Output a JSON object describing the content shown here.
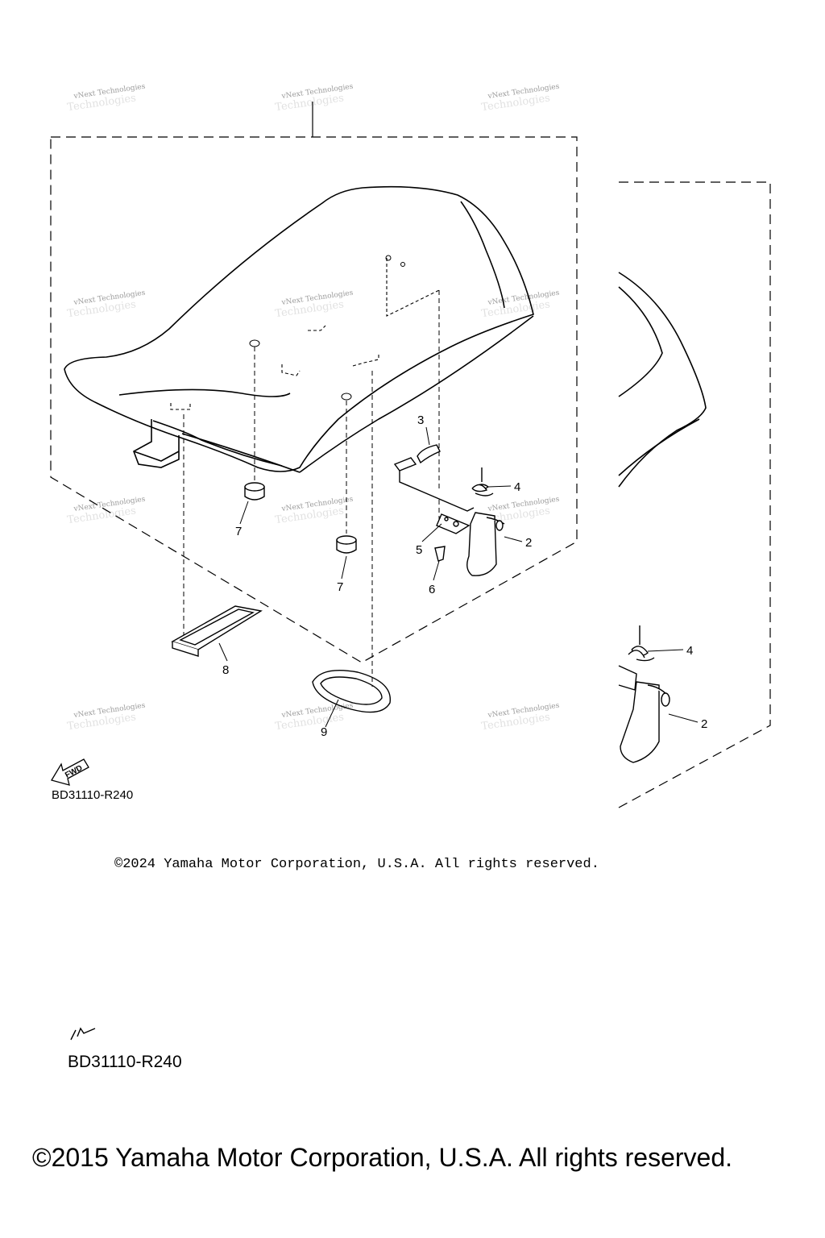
{
  "diagram": {
    "part_labels": {
      "p2_main": "2",
      "p3": "3",
      "p4_main": "4",
      "p5": "5",
      "p6": "6",
      "p7_left": "7",
      "p7_right": "7",
      "p8": "8",
      "p9": "9",
      "p4_detail": "4",
      "p2_detail": "2"
    },
    "fwd_badge": "FWD",
    "ref_code": "BD31110-R240",
    "ref_code_repeat": "BD31110-R240",
    "watermark": {
      "line1": "vNext Technologies",
      "line2": "Technologies"
    }
  },
  "copyright_2024": "©2024 Yamaha Motor Corporation, U.S.A. All rights reserved.",
  "copyright_2015": "©2015 Yamaha Motor Corporation, U.S.A. All rights reserved.",
  "colors": {
    "line": "#000000",
    "watermark": "#8a8a8a"
  }
}
